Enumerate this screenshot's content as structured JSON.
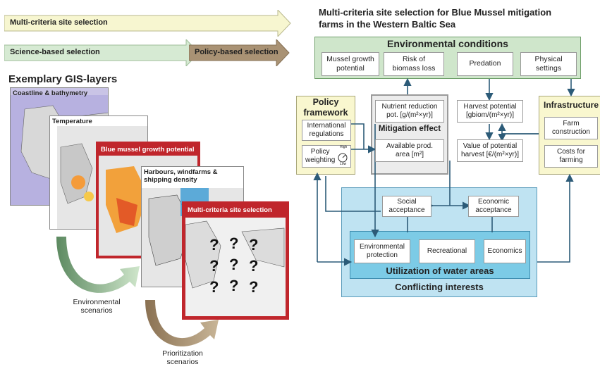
{
  "colors": {
    "arrow_yellow": "#f7f6d0",
    "arrow_green": "#d6ead3",
    "arrow_brown": "#a99274",
    "env_green": "#cfe6cb",
    "policy_yellow": "#f9f7cf",
    "infra_yellow": "#f9f7cf",
    "conflict_blue": "#bfe3f2",
    "utilization_blue": "#7ccbe6",
    "connector": "#2c5b78",
    "mitigation_gray": "#b5b5b5",
    "red_frame": "#c0262c"
  },
  "left": {
    "arrow_top": "Multi-criteria site selection",
    "arrow_science": "Science-based selection",
    "arrow_policy": "Policy-based selection",
    "gis_title": "Exemplary GIS-layers",
    "layers": [
      "Coastline & bathymetry",
      "Temperature",
      "Blue mussel growth potential",
      "Harbours, windfarms &\nshipping density",
      "Multi-criteria site selection"
    ],
    "question_marks": [
      "?",
      "?",
      "?",
      "?",
      "?",
      "?",
      "?",
      "?",
      "?"
    ],
    "environmental_scenarios": "Environmental\nscenarios",
    "prioritization_scenarios": "Prioritization\nscenarios"
  },
  "diagram": {
    "title": "Multi-criteria site selection for Blue Mussel mitigation\nfarms in the Western Baltic Sea",
    "environmental_conditions": {
      "title": "Environmental conditions",
      "items": [
        "Mussel growth\npotential",
        "Risk of\nbiomass loss",
        "Predation",
        "Physical\nsettings"
      ]
    },
    "policy_framework": {
      "title": "Policy\nframework",
      "items": [
        "International\nregulations",
        "Policy\nweighting"
      ],
      "gauge_high": "High",
      "gauge_low": "Low"
    },
    "mitigation_effect": {
      "title": "Mitigation effect",
      "items": [
        "Nutrient reduction\npot. [g/(m²×yr)]",
        "Available prod.\narea [m²]"
      ]
    },
    "harvest_potential": "Harvest potential\n[gbiom/(m²×yr)]",
    "harvest_value": "Value of potential\nharvest [€/(m²×yr)]",
    "infrastructure": {
      "title": "Infrastructure",
      "items": [
        "Farm\nconstruction",
        "Costs for\nfarming"
      ]
    },
    "acceptance": [
      "Social\nacceptance",
      "Economic\nacceptance"
    ],
    "utilization": {
      "title": "Utilization of water areas",
      "items": [
        "Environmental\nprotection",
        "Recreational",
        "Economics"
      ]
    },
    "conflicting_interests": "Conflicting interests"
  }
}
